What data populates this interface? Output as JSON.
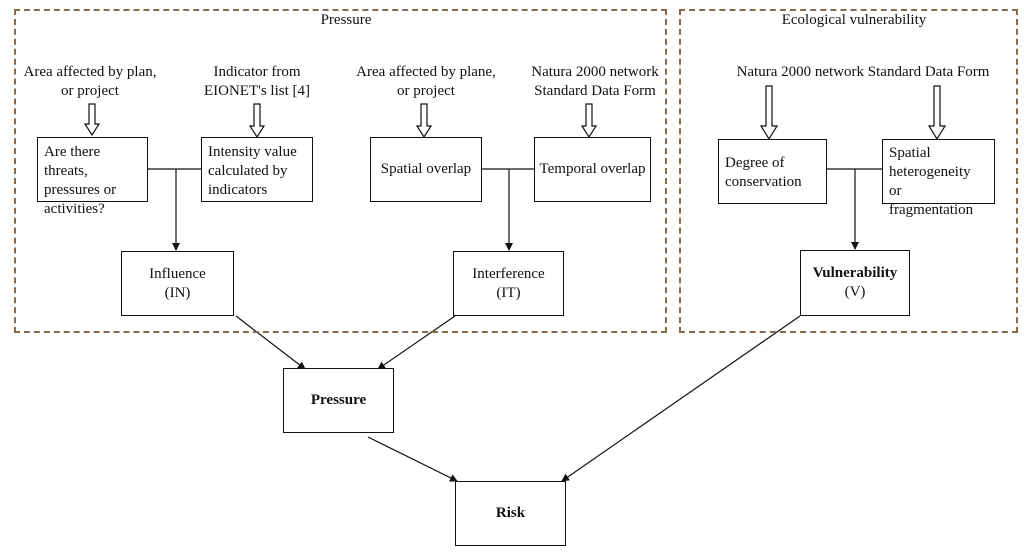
{
  "sections": {
    "pressure_title": "Pressure",
    "vulnerability_title": "Ecological vulnerability"
  },
  "sources": {
    "area_plan_1": "Area affected by  plan,",
    "area_plan_2": "or project",
    "indicator_1": "Indicator from",
    "indicator_2": "EIONET's list [4]",
    "area_plane_1": "Area affected by  plane,",
    "area_plane_2": "or project",
    "natura_1": "Natura 2000 network",
    "natura_2": "Standard Data Form",
    "natura_full": "Natura 2000 network Standard Data Form"
  },
  "boxes": {
    "threats": [
      "Are there threats,",
      "pressures or",
      "activities?"
    ],
    "intensity": [
      "Intensity value",
      "calculated by",
      "indicators"
    ],
    "spatial_overlap": "Spatial overlap",
    "temporal_overlap": "Temporal overlap",
    "degree": [
      "Degree of",
      "conservation"
    ],
    "heterogeneity": [
      "Spatial",
      "heterogeneity",
      "or fragmentation"
    ],
    "influence": [
      "Influence",
      "(IN)"
    ],
    "interference": [
      "Interference",
      "(IT)"
    ],
    "vulnerability": [
      "Vulnerability",
      "(V)"
    ],
    "pressure": "Pressure",
    "risk": "Risk"
  }
}
